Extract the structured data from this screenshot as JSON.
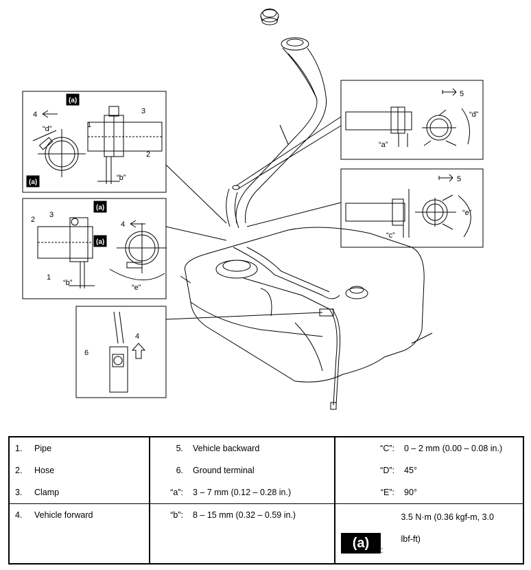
{
  "callouts": {
    "c1": "1",
    "c2": "2",
    "c3": "3",
    "c4": "4",
    "c5": "5",
    "c6": "6",
    "a": "“a”",
    "b": "“b”",
    "c": "“c”",
    "d": "“d”",
    "e": "“e”",
    "torque": "(a)"
  },
  "legend": {
    "col1": [
      {
        "num": "1.",
        "text": "Pipe"
      },
      {
        "num": "2.",
        "text": "Hose"
      },
      {
        "num": "3.",
        "text": "Clamp"
      },
      {
        "num": "4.",
        "text": "Vehicle forward"
      }
    ],
    "col2": [
      {
        "num": "5.",
        "text": "Vehicle backward"
      },
      {
        "num": "6.",
        "text": "Ground terminal"
      },
      {
        "num": "“a”:",
        "text": "3 – 7 mm (0.12 – 0.28 in.)"
      },
      {
        "num": "“b”:",
        "text": "8 – 15 mm (0.32 – 0.59 in.)"
      }
    ],
    "col3": [
      {
        "num": "“C”:",
        "text": "0 – 2 mm (0.00 – 0.08 in.)"
      },
      {
        "num": "“D”:",
        "text": "45°"
      },
      {
        "num": "“E”:",
        "text": "90°"
      }
    ],
    "torque": {
      "icon_text": "(a)",
      "colon": ":",
      "line1": "3.5 N·m (0.36 kgf-m, 3.0",
      "line2": "lbf-ft)"
    }
  }
}
